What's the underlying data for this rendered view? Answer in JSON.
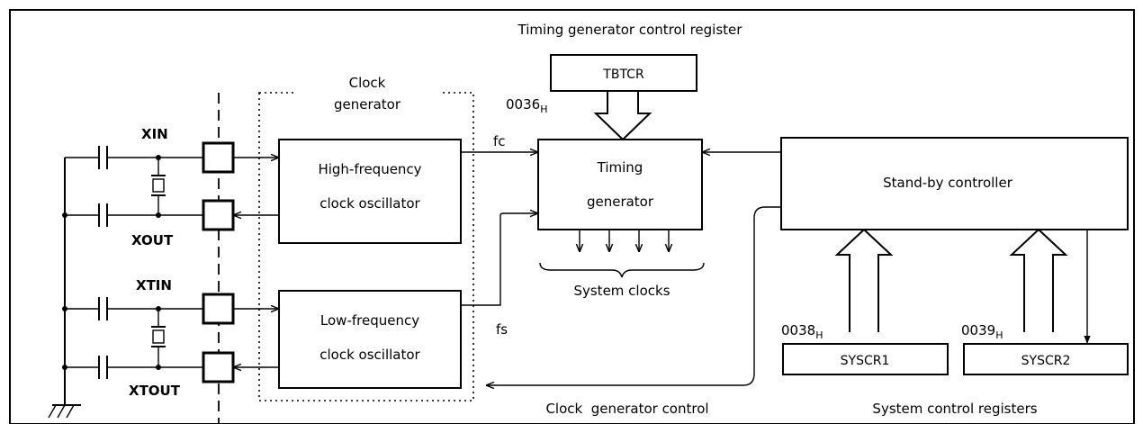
{
  "title": "Timing generator control register",
  "registers": {
    "tbtcr": "TBTCR",
    "tbtcr_addr": "0036",
    "sysc1": "SYSCR1",
    "sysc1_addr": "0038",
    "sysc2": "SYSCR2",
    "sysc2_addr": "0039",
    "addr_suffix": "H"
  },
  "pins": {
    "xin": "XIN",
    "xout": "XOUT",
    "xtin": "XTIN",
    "xtout": "XTOUT"
  },
  "clock_generator": {
    "line1": "Clock",
    "line2": "generator"
  },
  "hf_osc": {
    "line1": "High-frequency",
    "line2": "clock oscillator"
  },
  "lf_osc": {
    "line1": "Low-frequency",
    "line2": "clock oscillator"
  },
  "timing_gen": {
    "line1": "Timing",
    "line2": "generator"
  },
  "standby": "Stand-by controller",
  "signals": {
    "fc": "fc",
    "fs": "fs"
  },
  "system_clocks": "System clocks",
  "clock_gen_control": "Clock  generator control",
  "system_control_registers": "System control registers"
}
